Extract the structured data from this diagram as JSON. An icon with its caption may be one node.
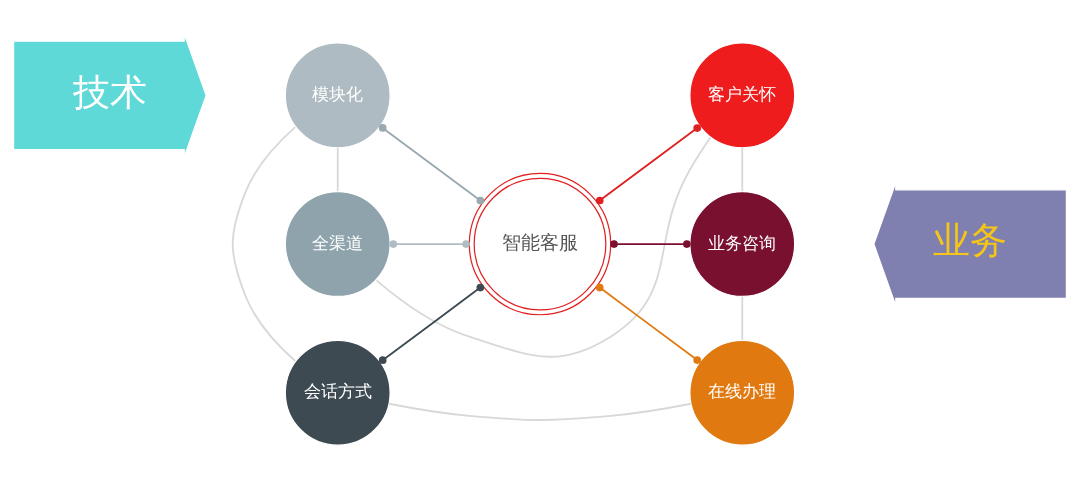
{
  "diagram": {
    "nodes": [
      {
        "text": [
          "技术"
        ]
      },
      {
        "text": [
          "全渠道"
        ]
      },
      {
        "text": [
          "客户关怀"
        ]
      },
      {
        "text": [
          "模块化"
        ]
      },
      {
        "text": [
          "智能客服"
        ]
      },
      {
        "text": [
          "业务咨询"
        ]
      },
      {
        "text": [
          "会话方式"
        ]
      },
      {
        "text": [
          "在线办理"
        ]
      },
      {
        "text": [
          "业务"
        ]
      }
    ],
    "edges": [
      {
        "from": 1,
        "to": 2,
        "arrow": "none"
      },
      {
        "from": 2,
        "to": 5,
        "arrow": "none"
      },
      {
        "from": 5,
        "to": 7,
        "arrow": "none"
      },
      {
        "from": 6,
        "to": 7,
        "arrow": "none"
      },
      {
        "from": 3,
        "to": 6,
        "arrow": "none"
      },
      {
        "from": 1,
        "to": 3,
        "arrow": "none"
      },
      {
        "from": 1,
        "to": 4,
        "arrow": "other",
        "color": "#b0bcc4"
      },
      {
        "from": 3,
        "to": 4,
        "arrow": "other",
        "color": "#9aa8b0"
      },
      {
        "from": 6,
        "to": 4,
        "arrow": "other",
        "color": "#3d4a52"
      },
      {
        "from": 4,
        "to": 2,
        "arrow": "other",
        "color": "#e02020"
      },
      {
        "from": 4,
        "to": 5,
        "arrow": "other",
        "color": "#7a1030"
      },
      {
        "from": 4,
        "to": 7,
        "arrow": "other",
        "color": "#e07a10"
      }
    ]
  }
}
